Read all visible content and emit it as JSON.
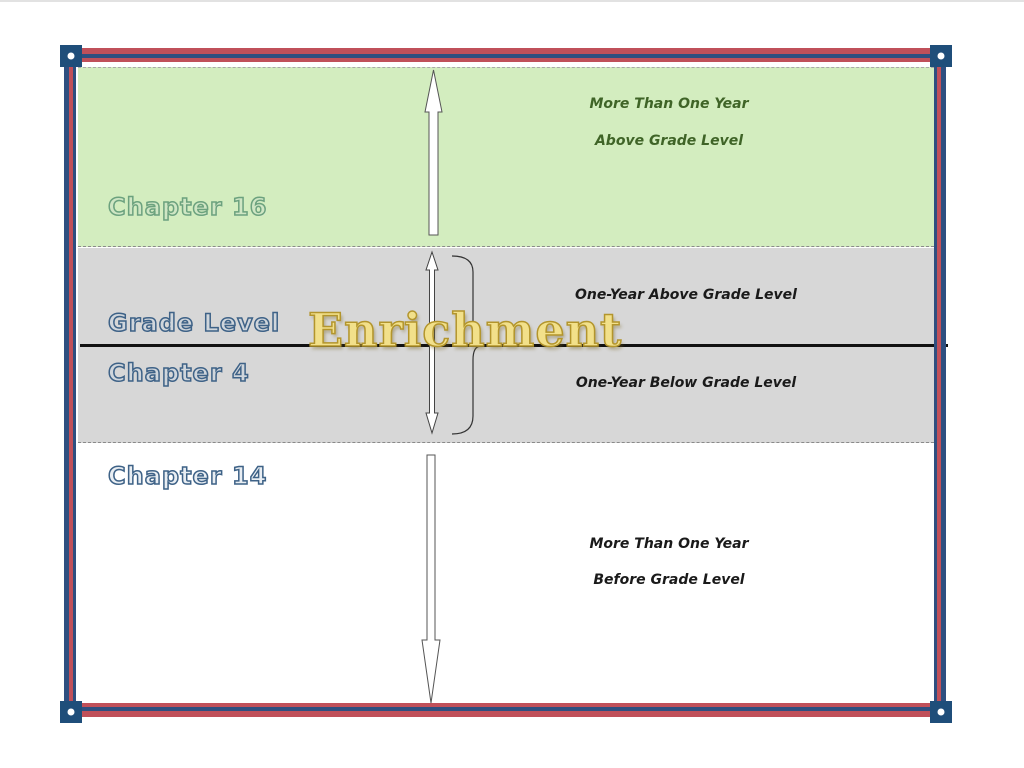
{
  "labels": {
    "chapter_top": "Chapter 16",
    "grade_level": "Grade Level",
    "chapter_middle": "Chapter 4",
    "chapter_bottom": "Chapter 14",
    "overlay": "Enrichment"
  },
  "descriptions": {
    "top_line1": "More Than One Year",
    "top_line2": "Above Grade Level",
    "upper_middle": "One-Year Above Grade Level",
    "lower_middle": "One-Year Below Grade Level",
    "bottom_line1": "More Than One Year",
    "bottom_line2": "Before Grade Level"
  },
  "colors": {
    "top_band": "#d3edbf",
    "middle_band": "#d7d7d7",
    "frame_red": "#c0505a",
    "frame_blue": "#2e4f80"
  }
}
